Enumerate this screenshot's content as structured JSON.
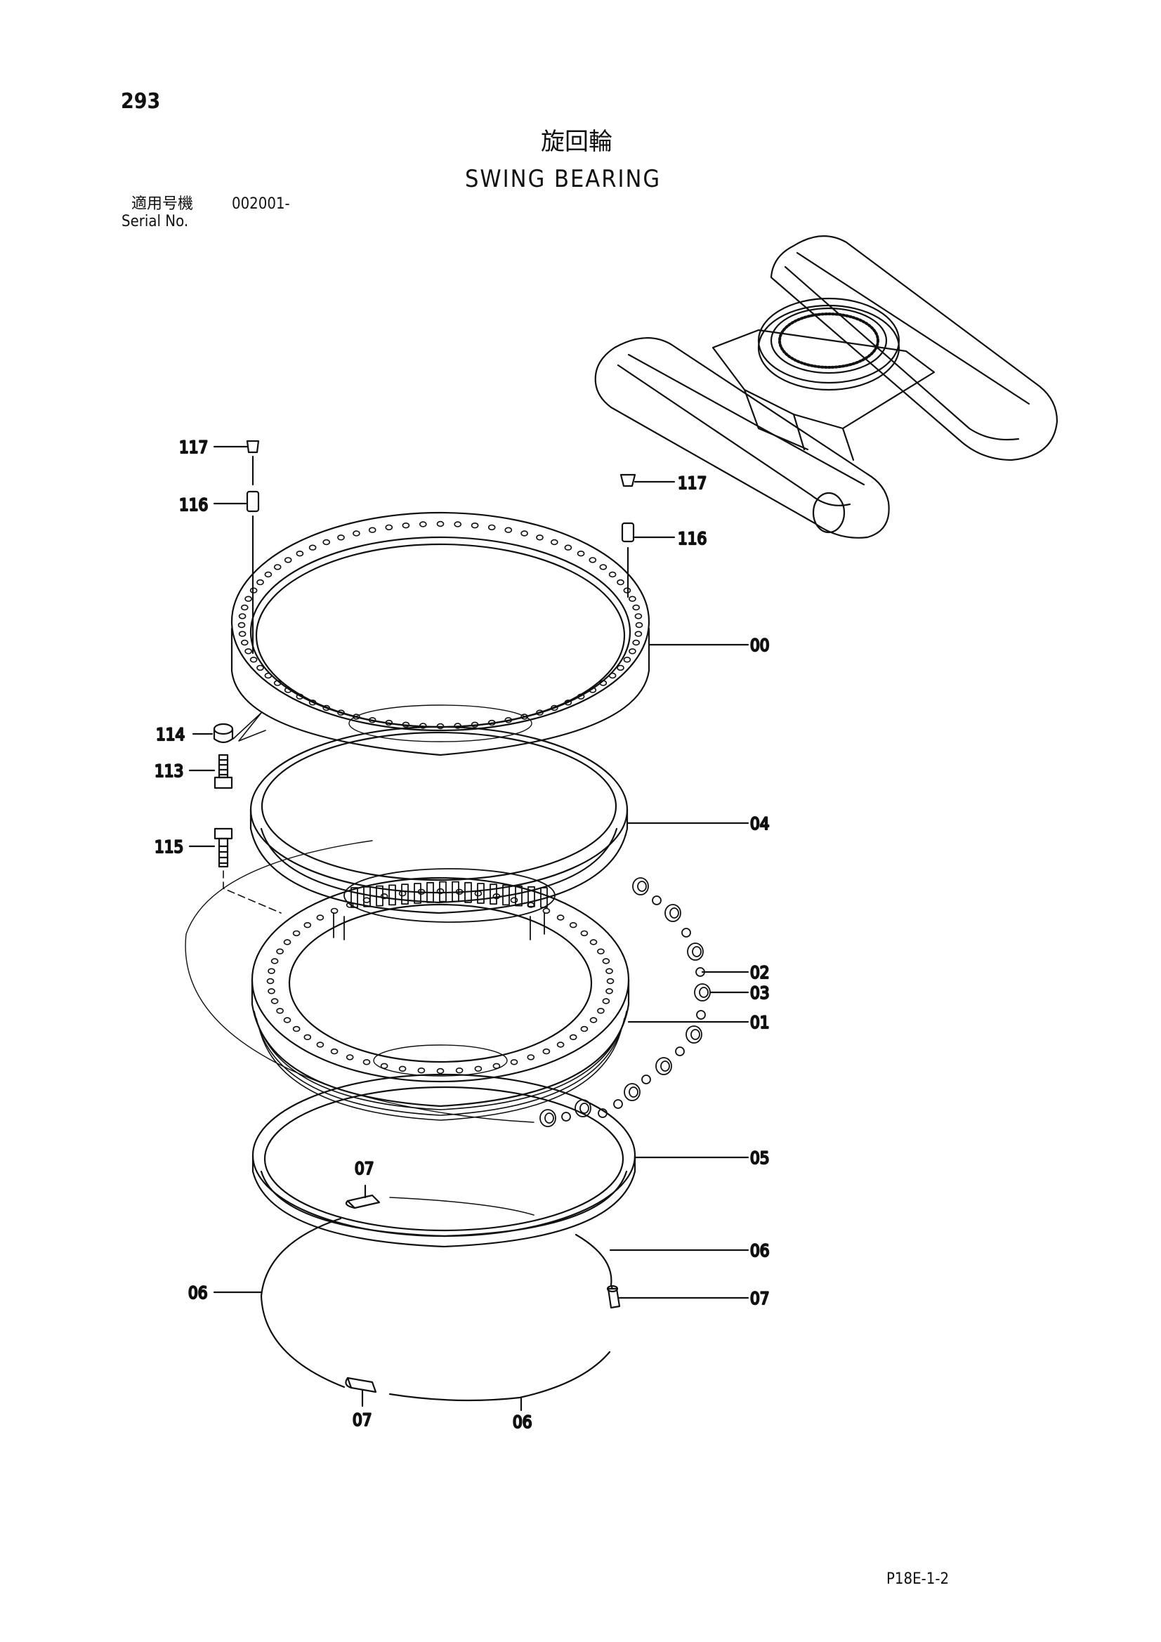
{
  "page_number": "293",
  "title_jp": "旋回輪",
  "title_en": "SWING BEARING",
  "serial": {
    "label_jp": "適用号機",
    "value": "002001-",
    "label_en": "Serial No."
  },
  "page_code": "P18E-1-2",
  "callouts": {
    "c117_left": "117",
    "c116_left": "116",
    "c117_right": "117",
    "c116_right": "116",
    "c00": "00",
    "c114": "114",
    "c113": "113",
    "c115": "115",
    "c04": "04",
    "c02": "02",
    "c03": "03",
    "c01": "01",
    "c05": "05",
    "c07_upper": "07",
    "c06_right": "06",
    "c06_left": "06",
    "c07_right": "07",
    "c07_bottom": "07",
    "c06_bottom": "06"
  }
}
